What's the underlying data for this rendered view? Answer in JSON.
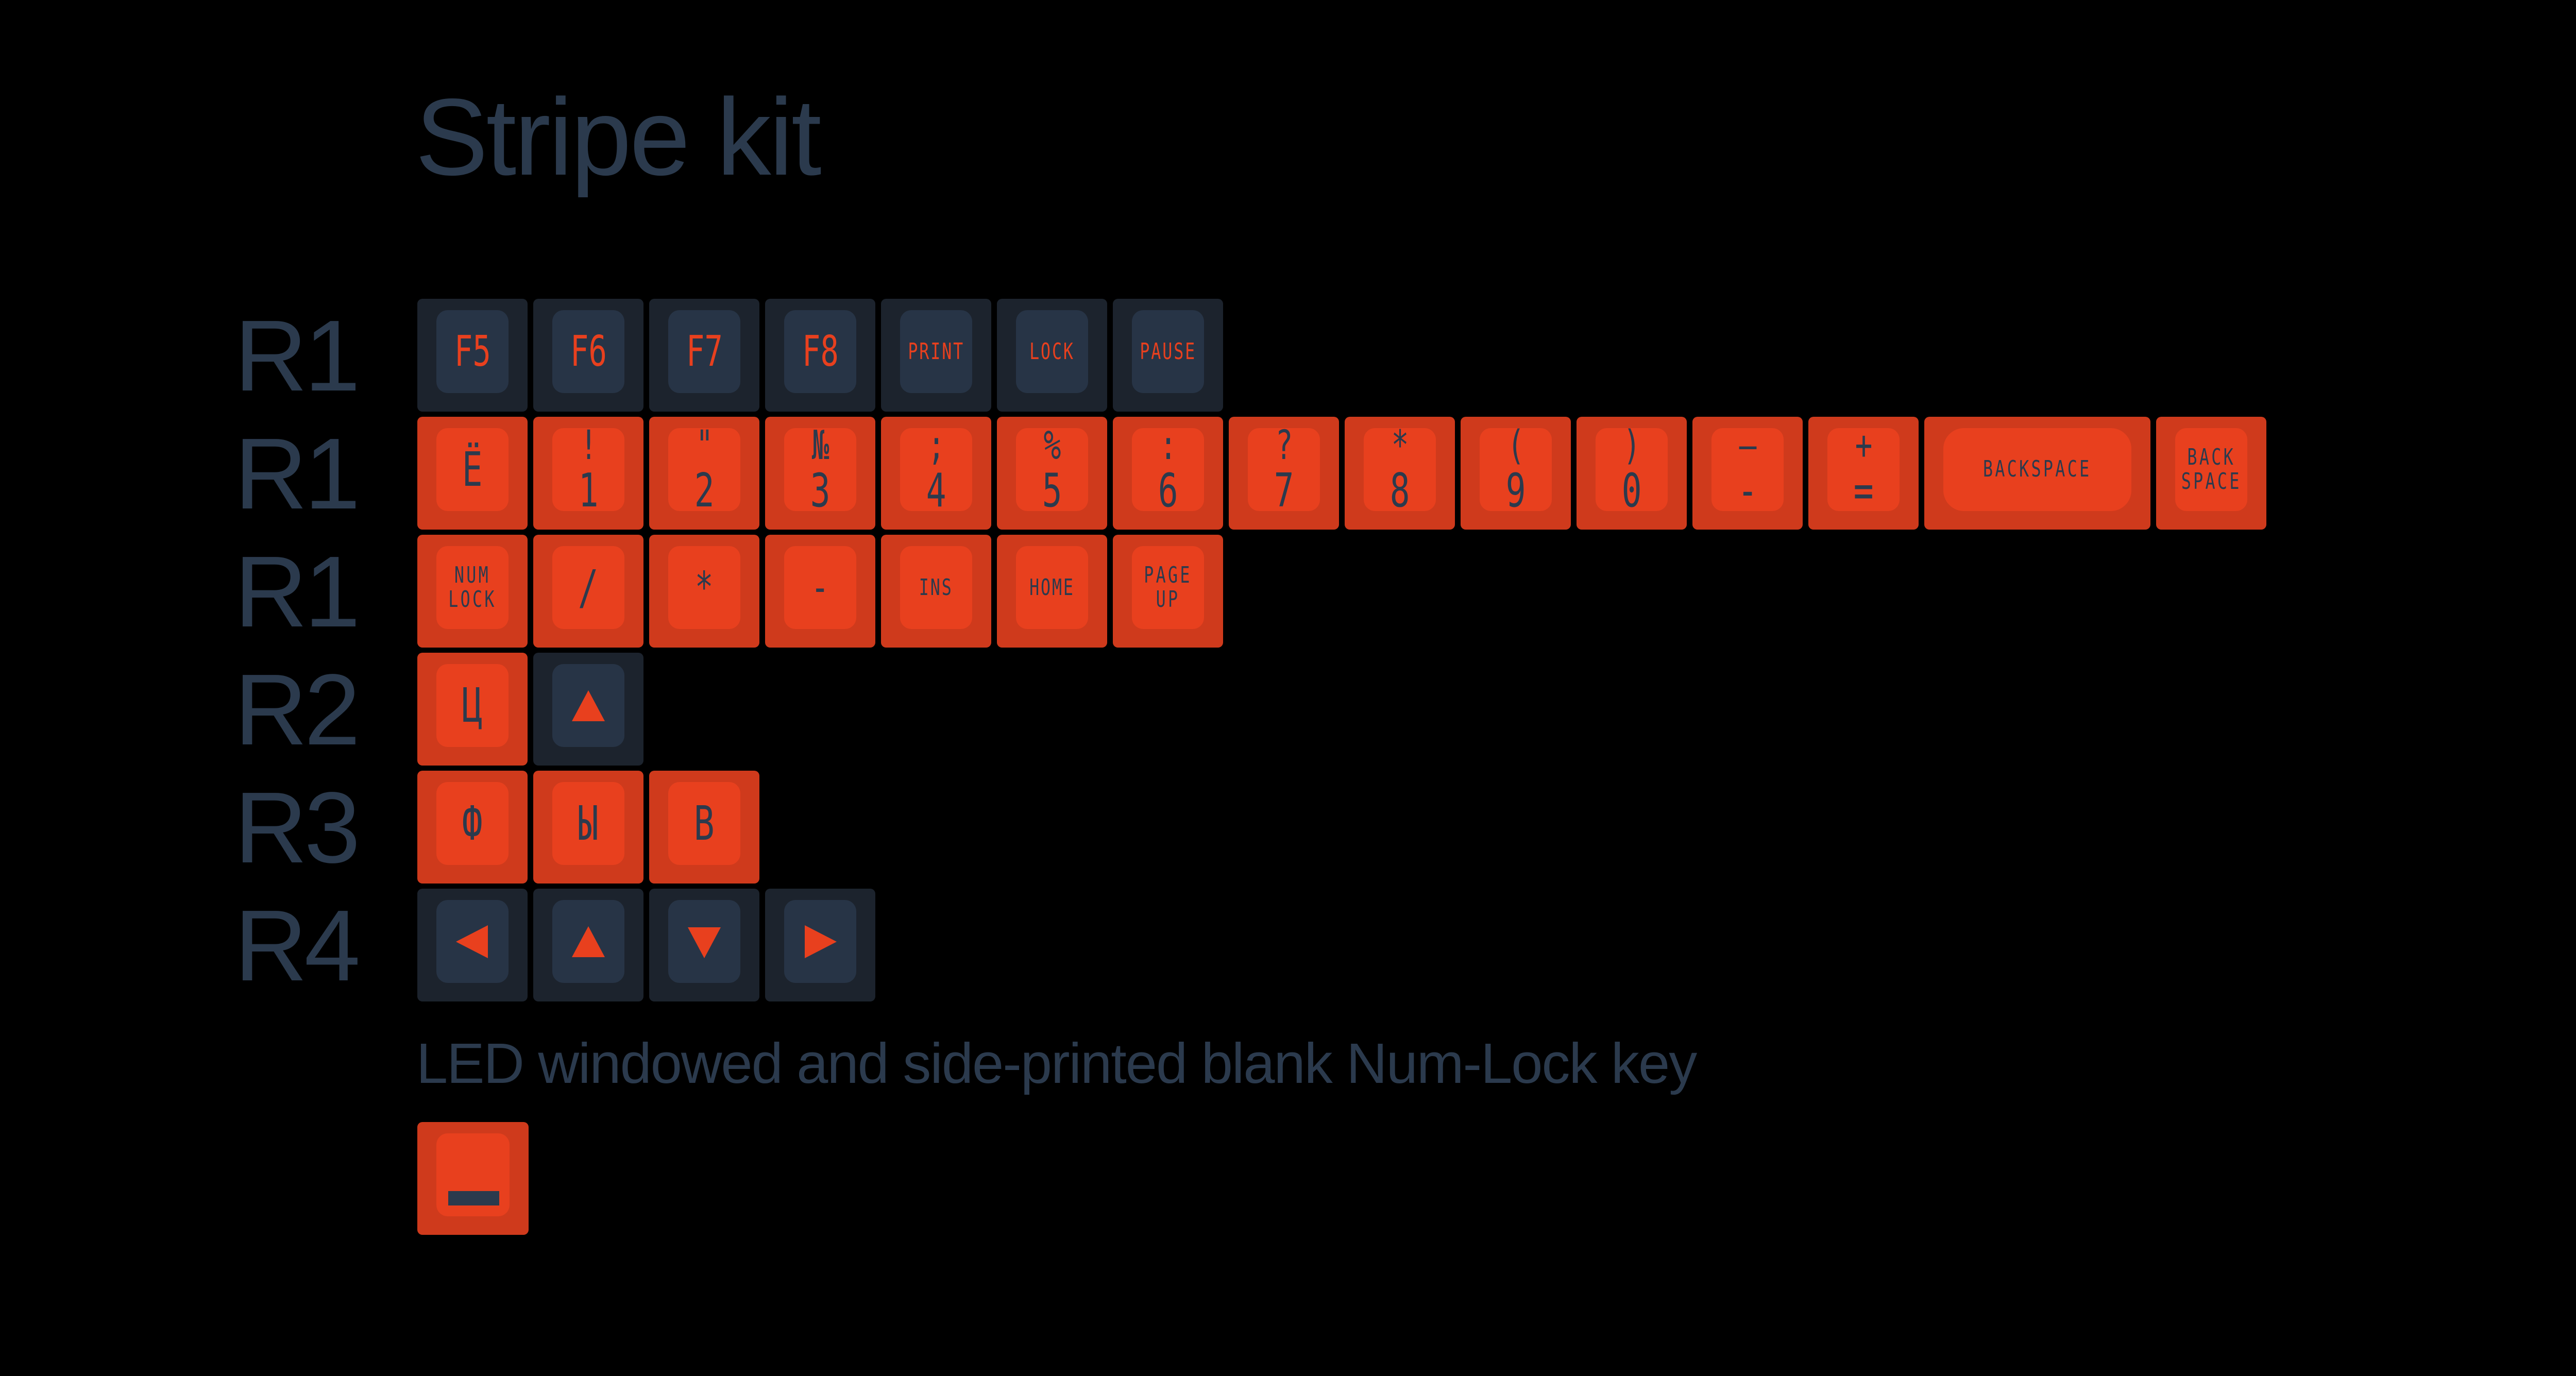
{
  "title": "Stripe kit",
  "caption": "LED windowed and side-printed blank Num-Lock key",
  "colors": {
    "dark_key": "#1c232d",
    "dark_cap": "#273446",
    "orange_key": "#cf3a1c",
    "orange_cap": "#e8401e",
    "legend_dark": "#2b3a4d",
    "legend_orange": "#e8401e"
  },
  "rows": [
    {
      "label": "R1",
      "keys": [
        {
          "color": "dark",
          "legend": "F5",
          "style": "fn"
        },
        {
          "color": "dark",
          "legend": "F6",
          "style": "fn"
        },
        {
          "color": "dark",
          "legend": "F7",
          "style": "fn"
        },
        {
          "color": "dark",
          "legend": "F8",
          "style": "fn"
        },
        {
          "color": "dark",
          "legend": "PRINT",
          "style": "sm"
        },
        {
          "color": "dark",
          "legend": "LOCK",
          "style": "sm"
        },
        {
          "color": "dark",
          "legend": "PAUSE",
          "style": "sm"
        }
      ]
    },
    {
      "label": "R1",
      "keys": [
        {
          "color": "orange",
          "legend": "Ё",
          "style": "big"
        },
        {
          "color": "orange",
          "top": "!",
          "bottom": "1"
        },
        {
          "color": "orange",
          "top": "\"",
          "bottom": "2"
        },
        {
          "color": "orange",
          "top": "№",
          "bottom": "3"
        },
        {
          "color": "orange",
          "top": ";",
          "bottom": "4"
        },
        {
          "color": "orange",
          "top": "%",
          "bottom": "5"
        },
        {
          "color": "orange",
          "top": ":",
          "bottom": "6"
        },
        {
          "color": "orange",
          "top": "?",
          "bottom": "7"
        },
        {
          "color": "orange",
          "top": "*",
          "bottom": "8"
        },
        {
          "color": "orange",
          "top": "(",
          "bottom": "9"
        },
        {
          "color": "orange",
          "top": ")",
          "bottom": "0"
        },
        {
          "color": "orange",
          "top": "—",
          "bottom": "-"
        },
        {
          "color": "orange",
          "top": "+",
          "bottom": "="
        },
        {
          "color": "orange",
          "legend": "BACKSPACE",
          "style": "word",
          "units": 2
        },
        {
          "color": "orange",
          "legend": "BACK\nSPACE",
          "style": "word"
        }
      ]
    },
    {
      "label": "R1",
      "keys": [
        {
          "color": "orange",
          "legend": "NUM\nLOCK",
          "style": "word"
        },
        {
          "color": "orange",
          "legend": "/",
          "style": "big"
        },
        {
          "color": "orange",
          "legend": "*",
          "style": "fn"
        },
        {
          "color": "orange",
          "legend": "-",
          "style": "fn"
        },
        {
          "color": "orange",
          "legend": "INS",
          "style": "sm"
        },
        {
          "color": "orange",
          "legend": "HOME",
          "style": "sm"
        },
        {
          "color": "orange",
          "legend": "PAGE\nUP",
          "style": "word"
        }
      ]
    },
    {
      "label": "R2",
      "keys": [
        {
          "color": "orange",
          "legend": "Ц",
          "style": "big"
        },
        {
          "color": "dark",
          "icon": "arrow-up"
        }
      ]
    },
    {
      "label": "R3",
      "keys": [
        {
          "color": "orange",
          "legend": "Ф",
          "style": "big"
        },
        {
          "color": "orange",
          "legend": "Ы",
          "style": "big"
        },
        {
          "color": "orange",
          "legend": "В",
          "style": "big"
        }
      ]
    },
    {
      "label": "R4",
      "keys": [
        {
          "color": "dark",
          "icon": "arrow-left"
        },
        {
          "color": "dark",
          "icon": "arrow-up"
        },
        {
          "color": "dark",
          "icon": "arrow-down"
        },
        {
          "color": "dark",
          "icon": "arrow-right"
        }
      ]
    }
  ],
  "blank_key": {
    "color": "orange",
    "icon": "led-window"
  }
}
